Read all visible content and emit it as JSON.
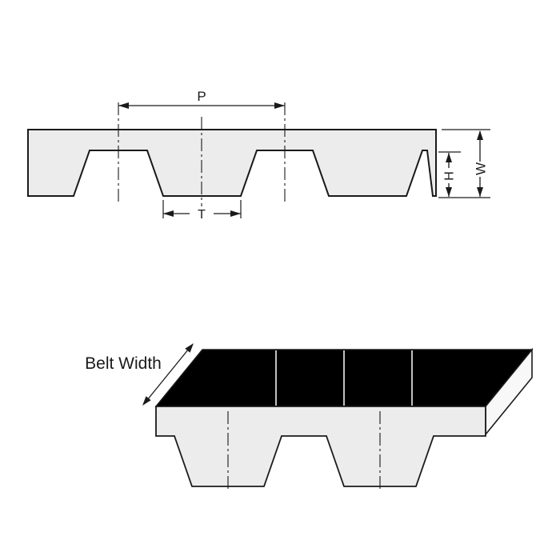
{
  "figure": {
    "type": "technical-diagram",
    "subject": "timing belt profile and dimensions",
    "labels": {
      "pitch": "P",
      "tooth_width": "T",
      "tooth_height": "H",
      "belt_thickness": "W",
      "belt_width": "Belt Width"
    },
    "colors": {
      "background": "#ffffff",
      "line": "#1a1a1a",
      "belt_fill": "#ececec",
      "belt_top_face": "#000000",
      "belt_end_face": "#f8f8f8"
    }
  }
}
